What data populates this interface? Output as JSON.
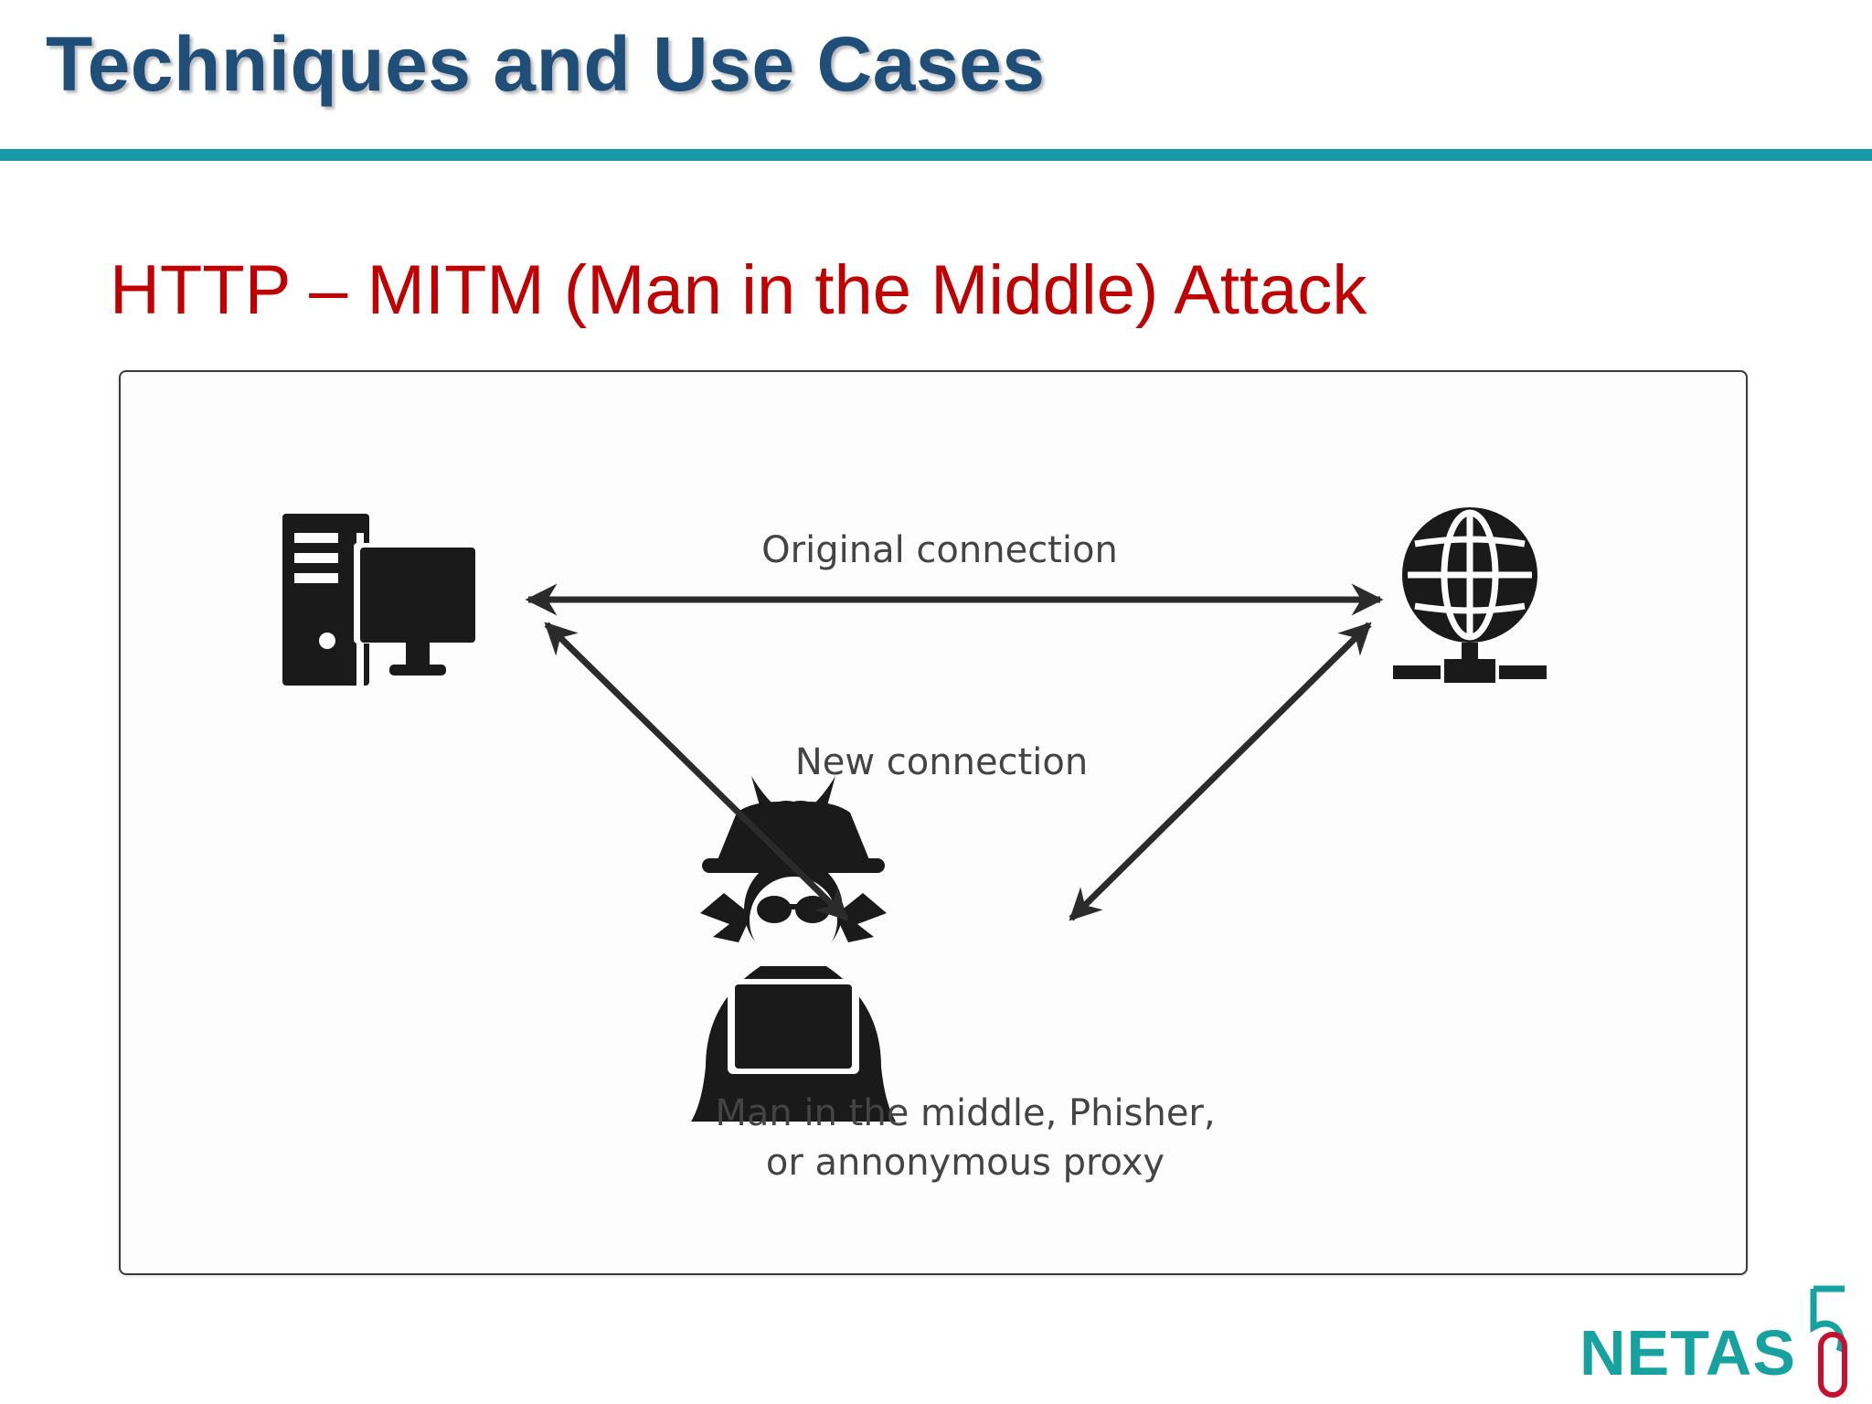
{
  "slide": {
    "title": "Techniques and Use Cases",
    "subtitle": "HTTP – MITM (Man in the Middle) Attack"
  },
  "diagram": {
    "original_connection_label": "Original connection",
    "new_connection_label": "New connection",
    "attacker_label_line1": "Man in the middle, Phisher,",
    "attacker_label_line2": "or annonymous proxy",
    "nodes": {
      "client_icon": "desktop-computer-icon",
      "server_icon": "globe-network-icon",
      "attacker_icon": "hacker-with-laptop-icon"
    }
  },
  "logo": {
    "text": "NETAS",
    "mark": "50"
  },
  "colors": {
    "title": "#1f4e79",
    "subtitle": "#c00000",
    "rule": "#1a9aa6",
    "logo": "#17a2a0",
    "logo_mark": "#c8102e",
    "icon": "#1a1a1a",
    "arrow": "#2b2b2b"
  }
}
